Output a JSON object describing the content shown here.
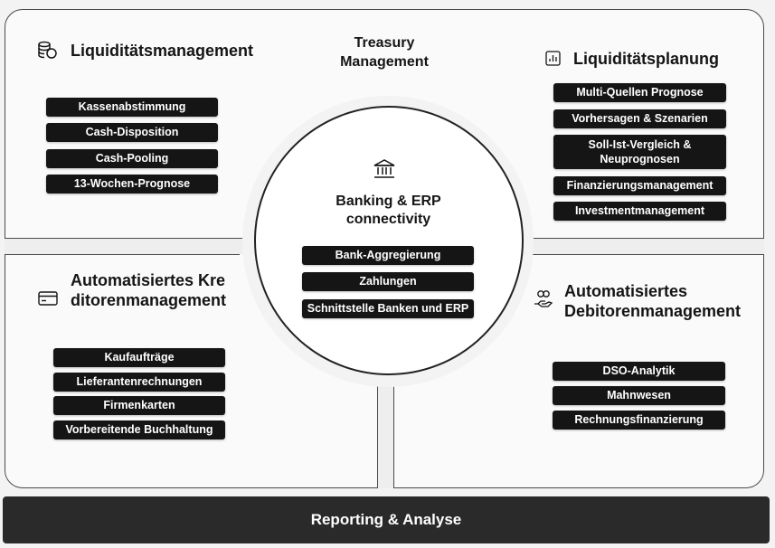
{
  "header": {
    "title": "Treasury Management"
  },
  "top_left": {
    "title": "Liquiditätsmanagement",
    "icon": "coins-stack-icon",
    "items": [
      "Kassenabstimmung",
      "Cash-Disposition",
      "Cash-Pooling",
      "13-Wochen-Prognose"
    ]
  },
  "top_right": {
    "title": "Liquiditätsplanung",
    "icon": "bar-chart-icon",
    "items": [
      "Multi-Quellen Prognose",
      "Vorhersagen & Szenarien",
      "Soll-Ist-Vergleich & Neuprognosen",
      "Finanzierungsmanagement",
      "Investmentmanagement"
    ]
  },
  "bottom_left": {
    "title": "Automatisiertes Kreditorenmanagement",
    "icon": "credit-card-icon",
    "items": [
      "Kaufaufträge",
      "Lieferantenrechnungen",
      "Firmenkarten",
      "Vorbereitende Buchhaltung"
    ]
  },
  "bottom_right": {
    "title": "Automatisiertes Debitorenmanagement",
    "icon": "hand-coins-icon",
    "items": [
      "DSO-Analytik",
      "Mahnwesen",
      "Rechnungsfinanzierung"
    ]
  },
  "center": {
    "title": "Banking & ERP connectivity",
    "icon": "bank-icon",
    "items": [
      "Bank-Aggregierung",
      "Zahlungen",
      "Schnittstelle Banken und ERP"
    ]
  },
  "footer": {
    "label": "Reporting & Analyse"
  }
}
